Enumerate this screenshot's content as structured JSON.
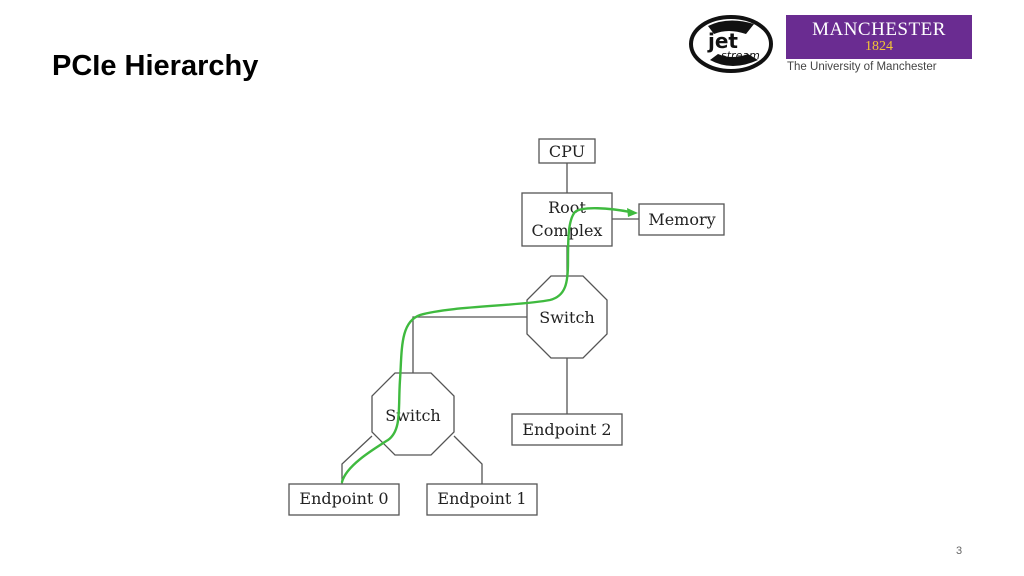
{
  "slide": {
    "title": "PCIe Hierarchy",
    "page_number": "3"
  },
  "logos": {
    "jetstream": {
      "text_top": "jet",
      "text_bottom": "stream"
    },
    "manchester": {
      "name": "MANCHESTER",
      "year": "1824",
      "subtitle": "The University of Manchester",
      "brand_color": "#6a2c91",
      "year_color": "#f3c634"
    }
  },
  "diagram": {
    "nodes": {
      "cpu": "CPU",
      "root_complex_line1": "Root",
      "root_complex_line2": "Complex",
      "memory": "Memory",
      "switch_upper": "Switch",
      "switch_lower": "Switch",
      "endpoint_0": "Endpoint 0",
      "endpoint_1": "Endpoint 1",
      "endpoint_2": "Endpoint 2"
    },
    "path_color": "#3fba3f",
    "line_color": "#555555"
  }
}
